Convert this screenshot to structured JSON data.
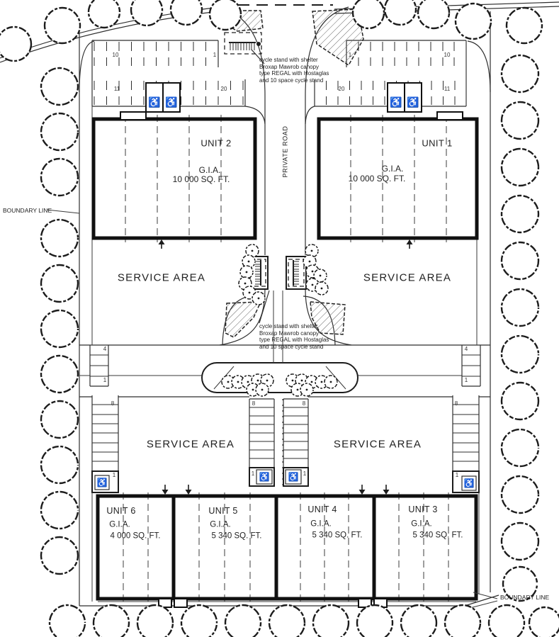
{
  "labels": {
    "boundary_left": "BOUNDARY LINE",
    "boundary_bottom": "BOUNDARY LINE",
    "private_road": "PRIVATE ROAD"
  },
  "units": {
    "unit1": {
      "name": "UNIT 1",
      "gia": "G.I.A.",
      "area": "10 000 SQ. FT."
    },
    "unit2": {
      "name": "UNIT 2",
      "gia": "G.I.A.",
      "area": "10 000 SQ. FT."
    },
    "unit3": {
      "name": "UNIT 3",
      "gia": "G.I.A.",
      "area": "5 340 SQ. FT."
    },
    "unit4": {
      "name": "UNIT 4",
      "gia": "G.I.A.",
      "area": "5 340 SQ. FT."
    },
    "unit5": {
      "name": "UNIT 5",
      "gia": "G.I.A.",
      "area": "5 340 SQ. FT."
    },
    "unit6": {
      "name": "UNIT 6",
      "gia": "G.I.A.",
      "area": "4 000 SQ. FT."
    }
  },
  "service_areas": [
    "SERVICE AREA",
    "SERVICE AREA",
    "SERVICE AREA",
    "SERVICE AREA"
  ],
  "annotations": {
    "cycle_note_top": {
      "line1": "cycle stand with shelter",
      "line2": "Broxap Mawrob canopy",
      "line3": "type REGAL with Hostaglas",
      "line4": "and 10 space cycle stand"
    },
    "cycle_note_mid": {
      "line1": "cycle stand with shelter",
      "line2": "Broxap Mawrob canopy",
      "line3": "type REGAL with Hostaglas",
      "line4": "and 10 space cycle stand"
    }
  },
  "parking": {
    "lot_top_left": {
      "row1_start": "10",
      "row1_end": "1",
      "row2_start": "11",
      "row2_end": "20"
    },
    "lot_top_right": {
      "row1_start": "1",
      "row1_end": "10",
      "row2_start": "20",
      "row2_end": "11"
    },
    "strip_left_4": {
      "first": "4",
      "last": "1"
    },
    "strip_right_4": {
      "first": "4",
      "last": "1"
    },
    "strip_left_8": {
      "count": "8",
      "accessible_bay": "1"
    },
    "strip_center_left_8": {
      "count": "8",
      "accessible_bay": "1"
    },
    "strip_center_right_8": {
      "count": "8",
      "accessible_bay": "1"
    },
    "strip_right_8": {
      "count": "8",
      "accessible_bay": "1"
    }
  },
  "icons": {
    "accessible_parking": "♿"
  },
  "colors": {
    "line": "#1c1c1c",
    "text": "#222222",
    "background": "#ffffff",
    "hatch": "#555555"
  }
}
